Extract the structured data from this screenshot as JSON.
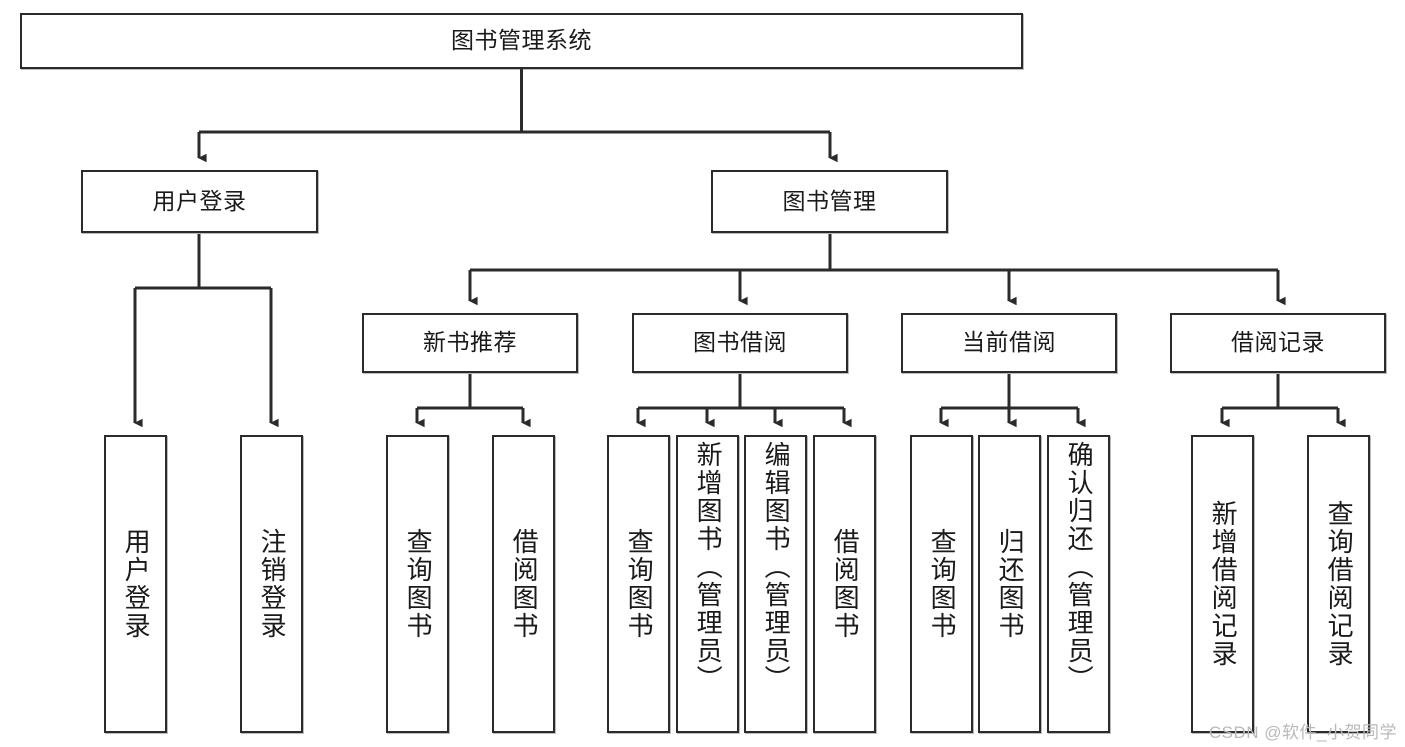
{
  "diagram": {
    "title": "图书管理系统",
    "type": "tree-hierarchy-chart",
    "orientation": "top-down",
    "style": {
      "box_border_color": "#2b2b2b",
      "box_fill_color": "#ffffff",
      "edge_color": "#2b2b2b",
      "background_color": "#ffffff",
      "text_color": "#1a1a1a"
    },
    "root": {
      "label": "图书管理系统"
    },
    "level2": [
      {
        "label": "用户登录"
      },
      {
        "label": "图书管理"
      }
    ],
    "level3": [
      {
        "label": "新书推荐"
      },
      {
        "label": "图书借阅"
      },
      {
        "label": "当前借阅"
      },
      {
        "label": "借阅记录"
      }
    ],
    "leaves": {
      "user_login": [
        {
          "label": "用户登录"
        },
        {
          "label": "注销登录"
        }
      ],
      "new_book_recommend": [
        {
          "label": "查询图书"
        },
        {
          "label": "借阅图书"
        }
      ],
      "book_borrow": [
        {
          "label": "查询图书"
        },
        {
          "label": "新增图书（管理员）"
        },
        {
          "label": "编辑图书（管理员）"
        },
        {
          "label": "借阅图书"
        }
      ],
      "current_borrow": [
        {
          "label": "查询图书"
        },
        {
          "label": "归还图书"
        },
        {
          "label": "确认归还（管理员）"
        }
      ],
      "borrow_records": [
        {
          "label": "新增借阅记录"
        },
        {
          "label": "查询借阅记录"
        }
      ]
    }
  },
  "watermark": {
    "text": "CSDN @软件_小贺同学"
  }
}
